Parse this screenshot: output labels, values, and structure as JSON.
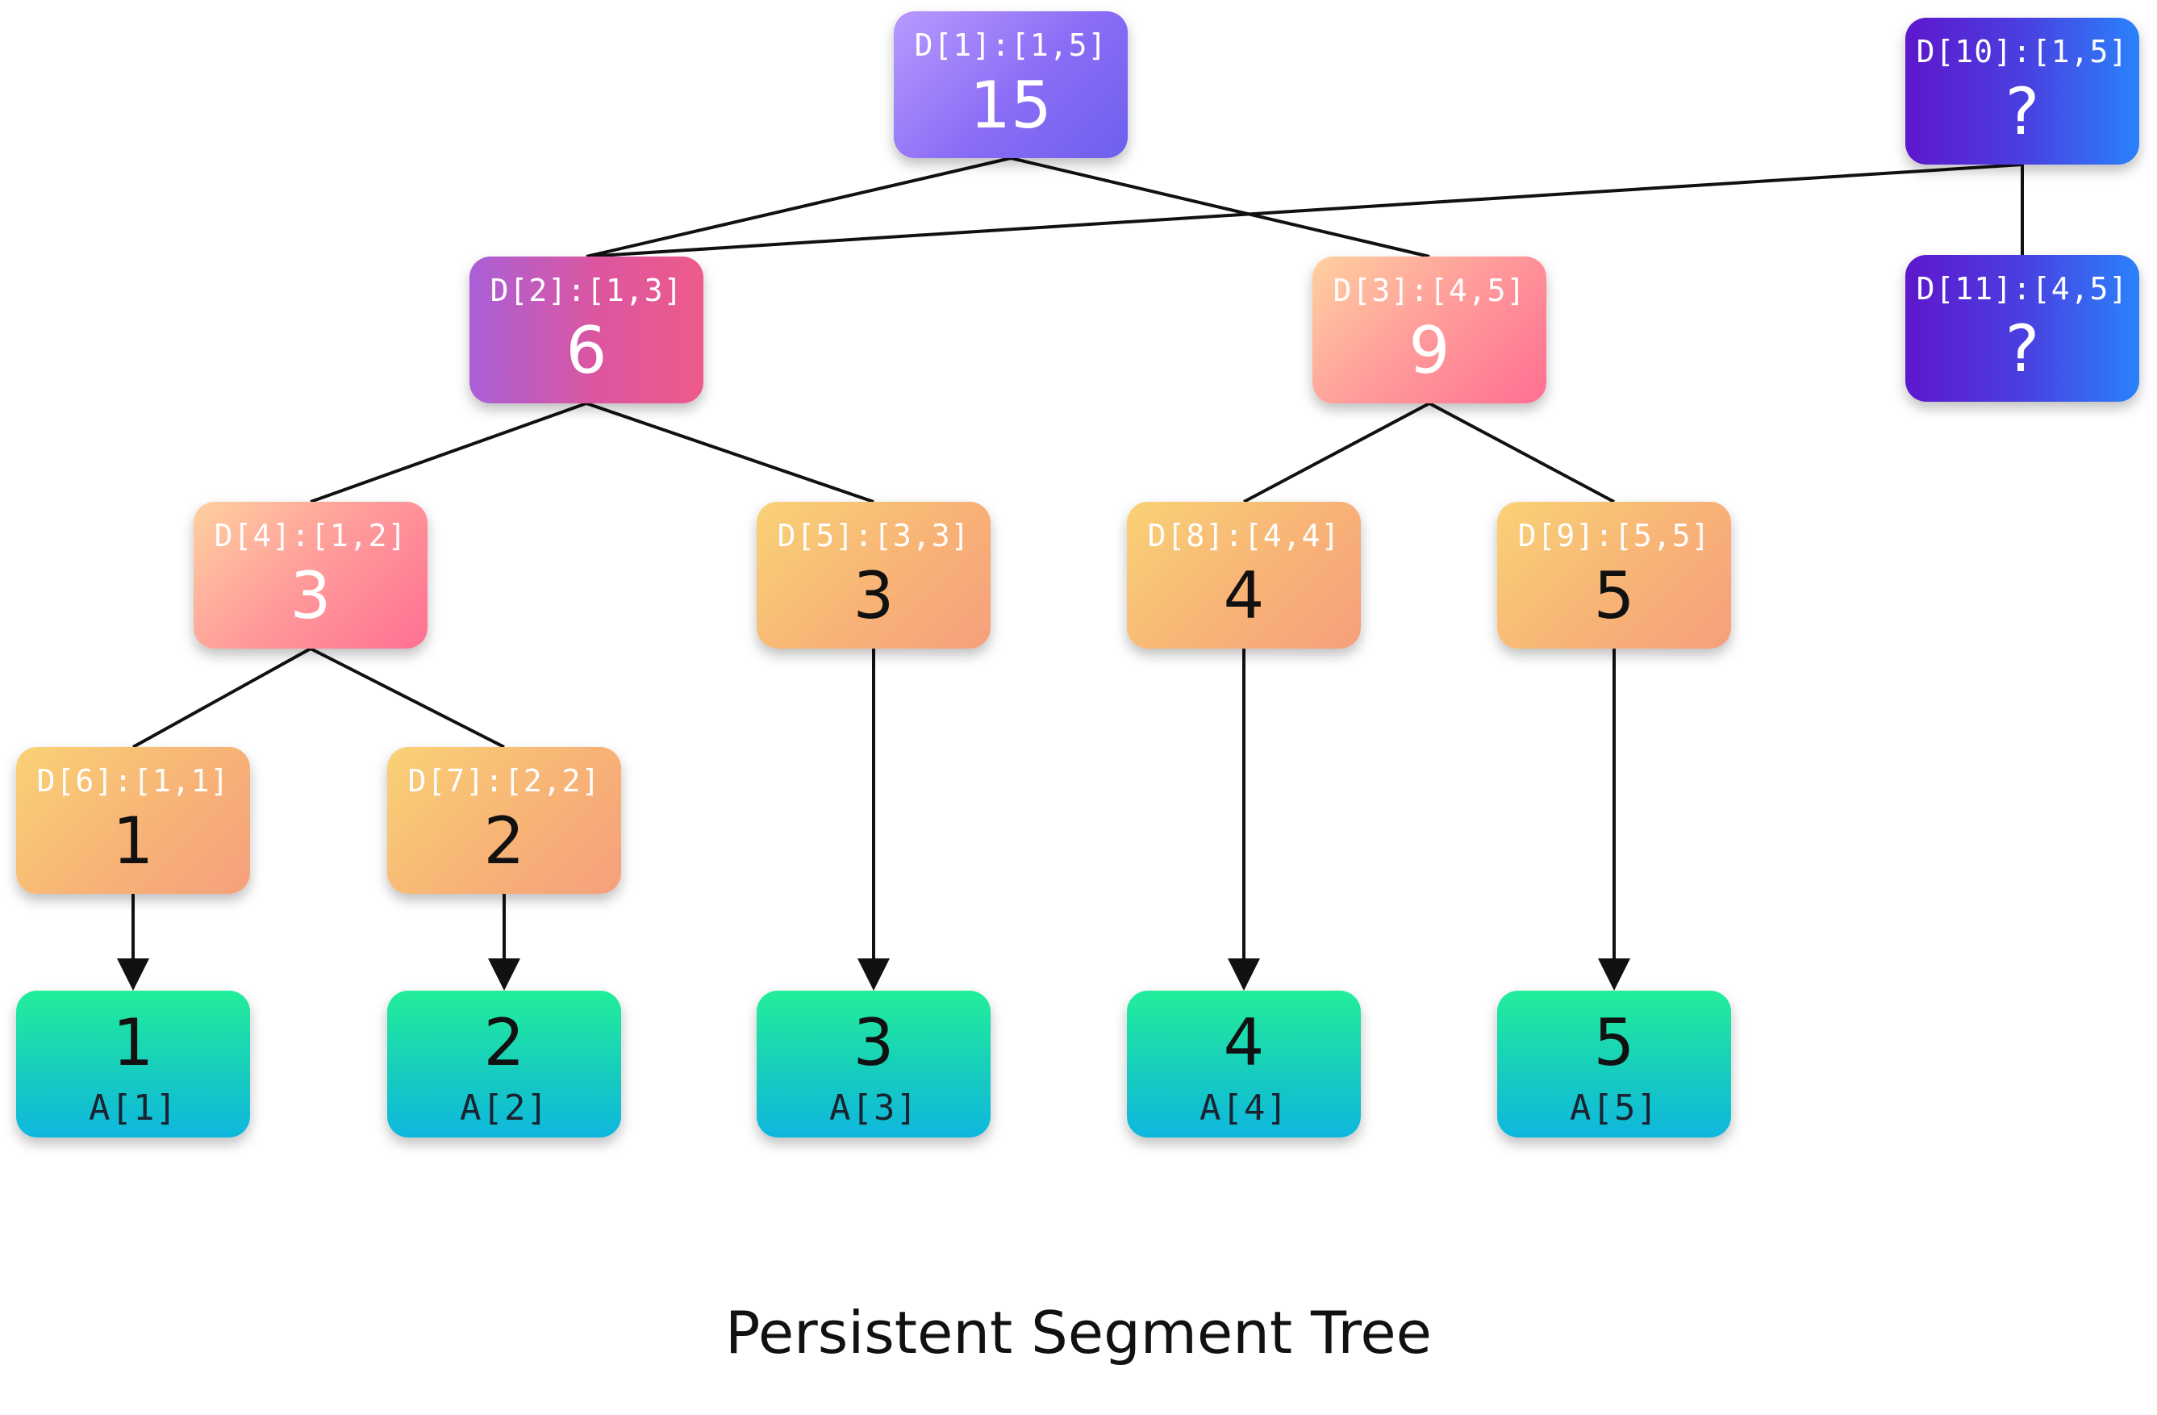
{
  "caption": "Persistent Segment Tree",
  "nodes": {
    "d1": {
      "label": "D[1]:[1,5]",
      "value": "15"
    },
    "d2": {
      "label": "D[2]:[1,3]",
      "value": "6"
    },
    "d3": {
      "label": "D[3]:[4,5]",
      "value": "9"
    },
    "d4": {
      "label": "D[4]:[1,2]",
      "value": "3"
    },
    "d5": {
      "label": "D[5]:[3,3]",
      "value": "3"
    },
    "d6": {
      "label": "D[6]:[1,1]",
      "value": "1"
    },
    "d7": {
      "label": "D[7]:[2,2]",
      "value": "2"
    },
    "d8": {
      "label": "D[8]:[4,4]",
      "value": "4"
    },
    "d9": {
      "label": "D[9]:[5,5]",
      "value": "5"
    },
    "d10": {
      "label": "D[10]:[1,5]",
      "value": "?"
    },
    "d11": {
      "label": "D[11]:[4,5]",
      "value": "?"
    }
  },
  "leaves": {
    "a1": {
      "value": "1",
      "label": "A[1]"
    },
    "a2": {
      "value": "2",
      "label": "A[2]"
    },
    "a3": {
      "value": "3",
      "label": "A[3]"
    },
    "a4": {
      "value": "4",
      "label": "A[4]"
    },
    "a5": {
      "value": "5",
      "label": "A[5]"
    }
  },
  "edges": [
    {
      "from": "d1",
      "to": "d2",
      "kind": "line"
    },
    {
      "from": "d1",
      "to": "d3",
      "kind": "line"
    },
    {
      "from": "d10",
      "to": "d2",
      "kind": "line"
    },
    {
      "from": "d10",
      "to": "d11",
      "kind": "line"
    },
    {
      "from": "d2",
      "to": "d4",
      "kind": "line"
    },
    {
      "from": "d2",
      "to": "d5",
      "kind": "line"
    },
    {
      "from": "d3",
      "to": "d8",
      "kind": "line"
    },
    {
      "from": "d3",
      "to": "d9",
      "kind": "line"
    },
    {
      "from": "d4",
      "to": "d6",
      "kind": "line"
    },
    {
      "from": "d4",
      "to": "d7",
      "kind": "line"
    },
    {
      "from": "d6",
      "to": "a1",
      "kind": "arrow"
    },
    {
      "from": "d7",
      "to": "a2",
      "kind": "arrow"
    },
    {
      "from": "d5",
      "to": "a3",
      "kind": "arrow"
    },
    {
      "from": "d8",
      "to": "a4",
      "kind": "arrow"
    },
    {
      "from": "d9",
      "to": "a5",
      "kind": "arrow"
    }
  ]
}
